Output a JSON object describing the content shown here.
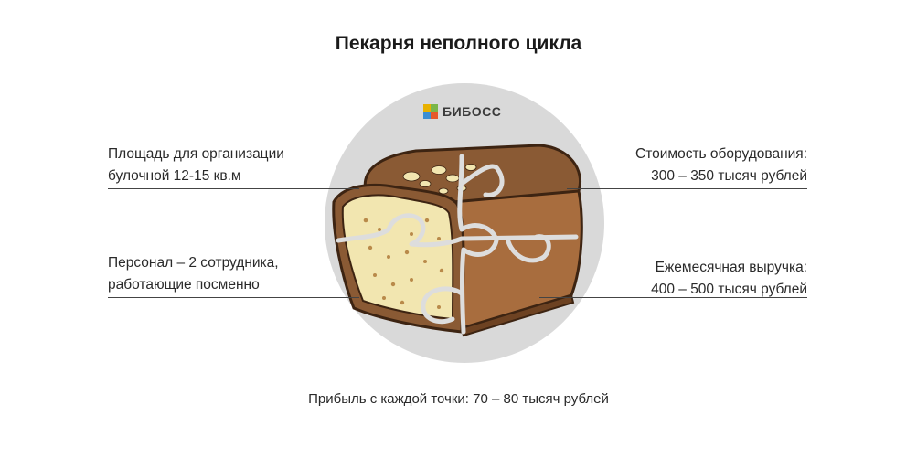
{
  "title": "Пекарня неполного цикла",
  "logo": {
    "text": "БИБОСС",
    "colors": [
      "#e8b100",
      "#7ab648",
      "#3b8fd4",
      "#e55a2b"
    ]
  },
  "left_labels": [
    {
      "line1": "Площадь для организации",
      "line2": "булочной 12-15 кв.м"
    },
    {
      "line1": "Персонал – 2 сотрудника,",
      "line2": "работающие посменно"
    }
  ],
  "right_labels": [
    {
      "line1": "Стоимость оборудования:",
      "line2": "300 – 350 тысяч рублей"
    },
    {
      "line1": "Ежемесячная выручка:",
      "line2": "400 – 500 тысяч рублей"
    }
  ],
  "footer": "Прибыль с каждой точки: 70 – 80 тысяч рублей",
  "colors": {
    "circle": "#d9d9d9",
    "crust_top": "#8a5a34",
    "crust_side": "#a86d3e",
    "crumb": "#f2e6b0",
    "line": "#444444"
  }
}
